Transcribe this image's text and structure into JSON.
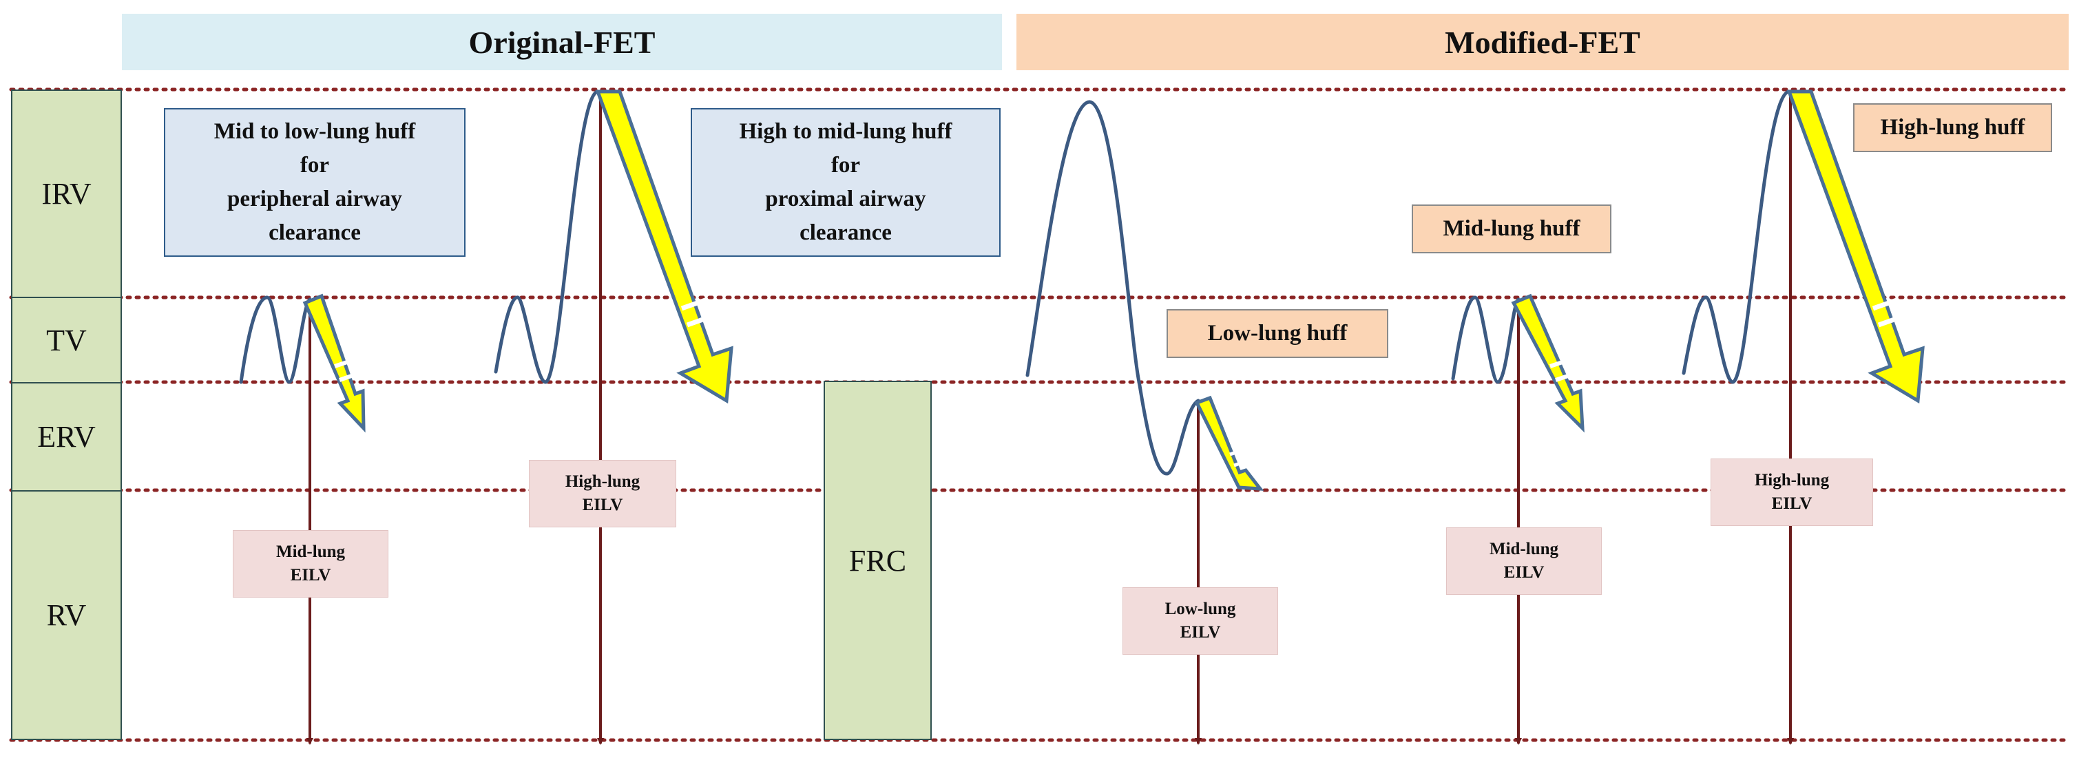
{
  "headers": {
    "original": "Original-FET",
    "modified": "Modified-FET"
  },
  "volumes": {
    "irv": "IRV",
    "tv": "TV",
    "erv": "ERV",
    "rv": "RV",
    "frc": "FRC"
  },
  "original_boxes": {
    "peripheral": "Mid to low-lung huff\nfor\nperipheral airway\nclearance",
    "proximal": "High to mid-lung huff\nfor\nproximal airway\nclearance"
  },
  "huff_labels": {
    "low": "Low-lung huff",
    "mid": "Mid-lung huff",
    "high": "High-lung huff"
  },
  "eilv": {
    "orig_mid": "Mid-lung\nEILV",
    "orig_high": "High-lung\nEILV",
    "mod_low": "Low-lung\nEILV",
    "mod_mid": "Mid-lung\nEILV",
    "mod_high": "High-lung\nEILV"
  },
  "colors": {
    "waveform": "#3c5a82",
    "arrow_fill": "#ffff00",
    "arrow_stroke": "#4a6f96",
    "vertical_line": "#6b1c1c",
    "dotted_line": "#8b2525"
  }
}
